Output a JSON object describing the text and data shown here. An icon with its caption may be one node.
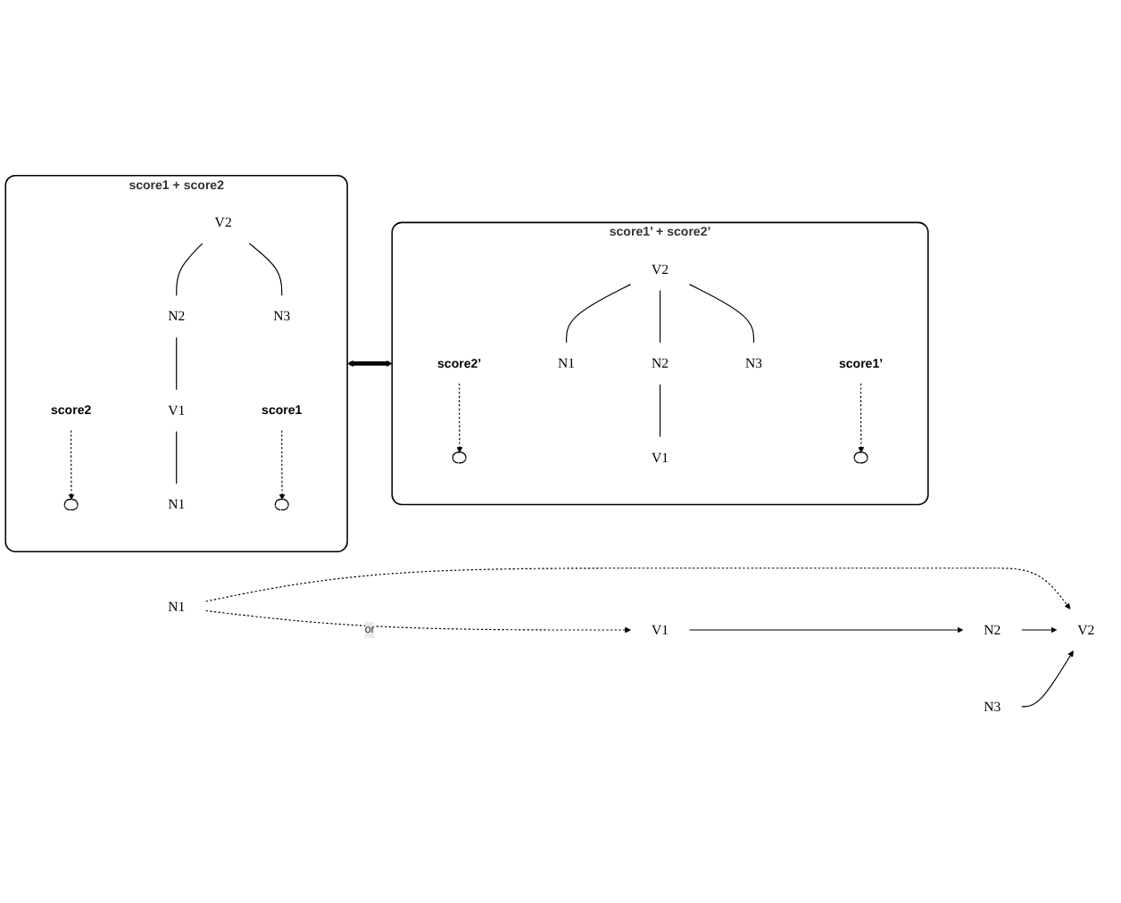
{
  "diagram": {
    "nodes": [
      {
        "text": [
          "N1"
        ]
      },
      {
        "text": [
          "V1"
        ]
      },
      {
        "text": [
          "N2"
        ]
      },
      {
        "text": [
          "N3"
        ]
      },
      {
        "text": [
          "V2"
        ]
      },
      {
        "text": [
          "score1 + score2"
        ]
      },
      {
        "text": [
          "score2"
        ],
        "in": 5
      },
      {
        "text": [
          "V2"
        ],
        "in": 5
      },
      {
        "text": [
          "N2"
        ],
        "in": 5
      },
      {
        "text": [
          "N3"
        ],
        "in": 5
      },
      {
        "text": [
          "V1"
        ],
        "in": 5
      },
      {
        "text": [
          "N1"
        ],
        "in": 5
      },
      {
        "text": [
          "score1"
        ],
        "in": 5
      },
      {
        "text": [],
        "shape": "ellipse",
        "in": 5
      },
      {
        "text": [],
        "shape": "ellipse",
        "in": 5
      },
      {
        "text": [
          "score1’ + score2’"
        ]
      },
      {
        "text": [
          "score2’"
        ],
        "in": 15
      },
      {
        "text": [
          "V2"
        ],
        "in": 15
      },
      {
        "text": [
          "N1"
        ],
        "in": 15
      },
      {
        "text": [
          "N2"
        ],
        "in": 15
      },
      {
        "text": [
          "N3"
        ],
        "in": 15
      },
      {
        "text": [
          "V1"
        ],
        "in": 15
      },
      {
        "text": [
          "score1’"
        ],
        "in": 15
      },
      {
        "text": [],
        "shape": "ellipse",
        "in": 15
      },
      {
        "text": [],
        "shape": "ellipse",
        "in": 15
      }
    ],
    "edges": [
      {
        "from": 0,
        "to": 1,
        "arrow": "to",
        "style": "dashed",
        "label": "or"
      },
      {
        "from": 0,
        "to": 4,
        "arrow": "to",
        "style": "dashed"
      },
      {
        "from": 1,
        "to": 2,
        "arrow": "to"
      },
      {
        "from": 2,
        "to": 4,
        "arrow": "to"
      },
      {
        "from": 3,
        "to": 4,
        "arrow": "to"
      },
      {
        "from": 6,
        "to": 13,
        "arrow": "to",
        "style": "dashed"
      },
      {
        "from": 7,
        "to": 8,
        "arrow": "none"
      },
      {
        "from": 7,
        "to": 9,
        "arrow": "none"
      },
      {
        "from": 8,
        "to": 10,
        "arrow": "none"
      },
      {
        "from": 10,
        "to": 11,
        "arrow": "none"
      },
      {
        "from": 12,
        "to": 14,
        "arrow": "to",
        "style": "dashed"
      },
      {
        "from": 5,
        "to": 15,
        "arrow": "both",
        "style": "thick"
      },
      {
        "from": 16,
        "to": 23,
        "arrow": "to",
        "style": "dashed"
      },
      {
        "from": 17,
        "to": 18,
        "arrow": "none"
      },
      {
        "from": 17,
        "to": 19,
        "arrow": "none"
      },
      {
        "from": 17,
        "to": 20,
        "arrow": "none"
      },
      {
        "from": 19,
        "to": 21,
        "arrow": "none"
      },
      {
        "from": 22,
        "to": 24,
        "arrow": "to",
        "style": "dashed"
      }
    ]
  }
}
